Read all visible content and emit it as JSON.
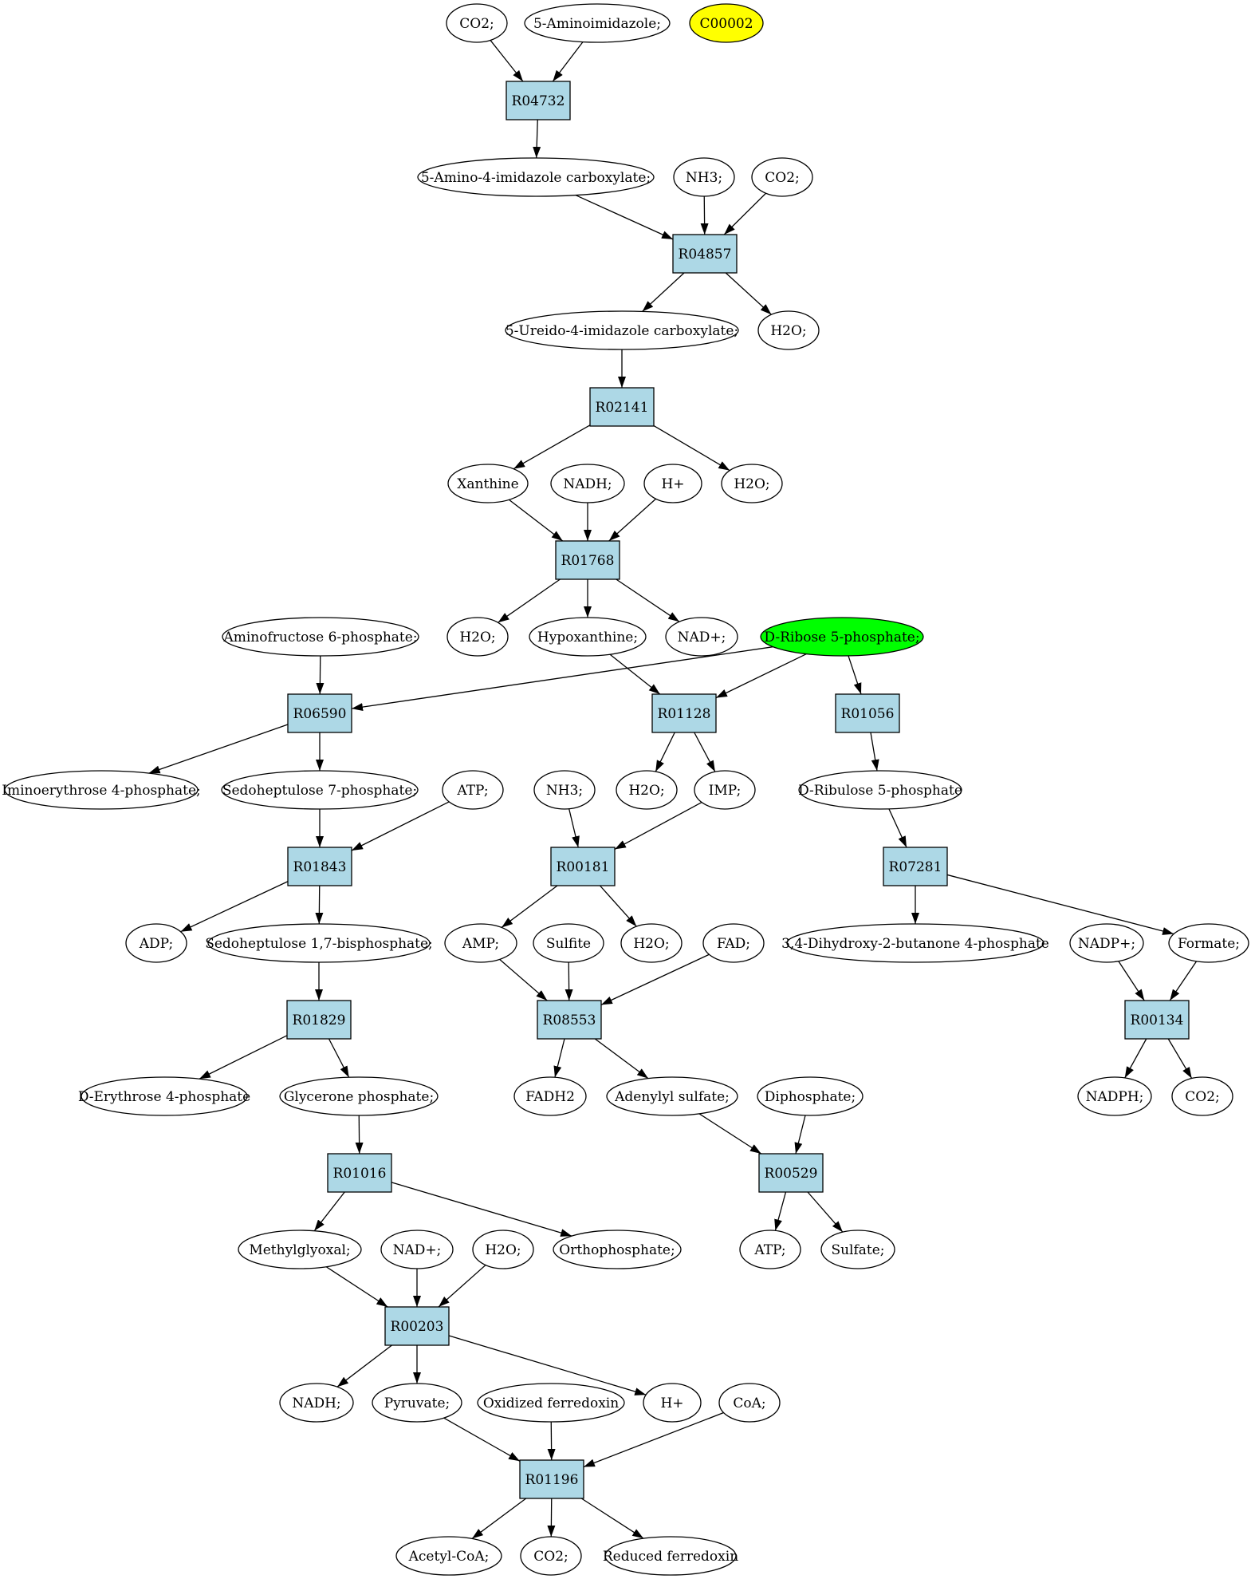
{
  "colors": {
    "reaction_fill": "#add8e6",
    "compound_fill": "#ffffff",
    "highlight_yellow": "#ffff00",
    "highlight_green": "#00ff00",
    "stroke": "#000000"
  },
  "compounds": [
    {
      "id": "c_co2_a",
      "label": "CO2;"
    },
    {
      "id": "c_aminoimidazole",
      "label": "5-Aminoimidazole;"
    },
    {
      "id": "c_c00002",
      "label": "C00002",
      "fill": "#ffff00"
    },
    {
      "id": "c_amino_carbox",
      "label": "5-Amino-4-imidazole carboxylate;"
    },
    {
      "id": "c_nh3_a",
      "label": "NH3;"
    },
    {
      "id": "c_co2_b",
      "label": "CO2;"
    },
    {
      "id": "c_ureido",
      "label": "5-Ureido-4-imidazole carboxylate;"
    },
    {
      "id": "c_h2o_a",
      "label": "H2O;"
    },
    {
      "id": "c_xanthine",
      "label": "Xanthine"
    },
    {
      "id": "c_nadh_a",
      "label": "NADH;"
    },
    {
      "id": "c_hplus_a",
      "label": "H+"
    },
    {
      "id": "c_h2o_b",
      "label": "H2O;"
    },
    {
      "id": "c_h2o_c",
      "label": "H2O;"
    },
    {
      "id": "c_hypoxanthine",
      "label": "Hypoxanthine;"
    },
    {
      "id": "c_nadplus_a",
      "label": "NAD+;"
    },
    {
      "id": "c_aminofructose",
      "label": "Aminofructose 6-phosphate;"
    },
    {
      "id": "c_ribose5p",
      "label": "D-Ribose 5-phosphate;",
      "fill": "#00ff00"
    },
    {
      "id": "c_iminoerythrose",
      "label": "Iminoerythrose 4-phosphate;"
    },
    {
      "id": "c_sedo7p",
      "label": "Sedoheptulose 7-phosphate;"
    },
    {
      "id": "c_atp_a",
      "label": "ATP;"
    },
    {
      "id": "c_nh3_b",
      "label": "NH3;"
    },
    {
      "id": "c_h2o_d",
      "label": "H2O;"
    },
    {
      "id": "c_imp",
      "label": "IMP;"
    },
    {
      "id": "c_ribulose5p",
      "label": "D-Ribulose 5-phosphate"
    },
    {
      "id": "c_adp",
      "label": "ADP;"
    },
    {
      "id": "c_sedo17bp",
      "label": "Sedoheptulose 1,7-bisphosphate;"
    },
    {
      "id": "c_amp",
      "label": "AMP;"
    },
    {
      "id": "c_sulfite",
      "label": "Sulfite"
    },
    {
      "id": "c_h2o_e",
      "label": "H2O;"
    },
    {
      "id": "c_fad",
      "label": "FAD;"
    },
    {
      "id": "c_dihydroxybutanone",
      "label": "3,4-Dihydroxy-2-butanone 4-phosphate"
    },
    {
      "id": "c_nadpplus",
      "label": "NADP+;"
    },
    {
      "id": "c_formate",
      "label": "Formate;"
    },
    {
      "id": "c_erythrose4p",
      "label": "D-Erythrose 4-phosphate"
    },
    {
      "id": "c_glycerone",
      "label": "Glycerone phosphate;"
    },
    {
      "id": "c_fadh2",
      "label": "FADH2"
    },
    {
      "id": "c_adenylylsulfate",
      "label": "Adenylyl sulfate;"
    },
    {
      "id": "c_diphosphate",
      "label": "Diphosphate;"
    },
    {
      "id": "c_nadph",
      "label": "NADPH;"
    },
    {
      "id": "c_co2_c",
      "label": "CO2;"
    },
    {
      "id": "c_methylglyoxal",
      "label": "Methylglyoxal;"
    },
    {
      "id": "c_nadplus_b",
      "label": "NAD+;"
    },
    {
      "id": "c_h2o_f",
      "label": "H2O;"
    },
    {
      "id": "c_orthophosphate",
      "label": "Orthophosphate;"
    },
    {
      "id": "c_atp_b",
      "label": "ATP;"
    },
    {
      "id": "c_sulfate",
      "label": "Sulfate;"
    },
    {
      "id": "c_nadh_b",
      "label": "NADH;"
    },
    {
      "id": "c_pyruvate",
      "label": "Pyruvate;"
    },
    {
      "id": "c_oxferredoxin",
      "label": "Oxidized ferredoxin"
    },
    {
      "id": "c_hplus_b",
      "label": "H+"
    },
    {
      "id": "c_coa",
      "label": "CoA;"
    },
    {
      "id": "c_acetylcoa",
      "label": "Acetyl-CoA;"
    },
    {
      "id": "c_co2_d",
      "label": "CO2;"
    },
    {
      "id": "c_redferredoxin",
      "label": "Reduced ferredoxin"
    }
  ],
  "reactions": [
    {
      "id": "r04732",
      "label": "R04732"
    },
    {
      "id": "r04857",
      "label": "R04857"
    },
    {
      "id": "r02141",
      "label": "R02141"
    },
    {
      "id": "r01768",
      "label": "R01768"
    },
    {
      "id": "r06590",
      "label": "R06590"
    },
    {
      "id": "r01128",
      "label": "R01128"
    },
    {
      "id": "r01056",
      "label": "R01056"
    },
    {
      "id": "r01843",
      "label": "R01843"
    },
    {
      "id": "r00181",
      "label": "R00181"
    },
    {
      "id": "r07281",
      "label": "R07281"
    },
    {
      "id": "r01829",
      "label": "R01829"
    },
    {
      "id": "r08553",
      "label": "R08553"
    },
    {
      "id": "r00134",
      "label": "R00134"
    },
    {
      "id": "r01016",
      "label": "R01016"
    },
    {
      "id": "r00529",
      "label": "R00529"
    },
    {
      "id": "r00203",
      "label": "R00203"
    },
    {
      "id": "r01196",
      "label": "R01196"
    }
  ],
  "edges": [
    [
      "c_co2_a",
      "r04732"
    ],
    [
      "c_aminoimidazole",
      "r04732"
    ],
    [
      "r04732",
      "c_amino_carbox"
    ],
    [
      "c_amino_carbox",
      "r04857"
    ],
    [
      "c_nh3_a",
      "r04857"
    ],
    [
      "c_co2_b",
      "r04857"
    ],
    [
      "r04857",
      "c_ureido"
    ],
    [
      "r04857",
      "c_h2o_a"
    ],
    [
      "c_ureido",
      "r02141"
    ],
    [
      "r02141",
      "c_xanthine"
    ],
    [
      "r02141",
      "c_h2o_b"
    ],
    [
      "c_xanthine",
      "r01768"
    ],
    [
      "c_nadh_a",
      "r01768"
    ],
    [
      "c_hplus_a",
      "r01768"
    ],
    [
      "r01768",
      "c_h2o_c"
    ],
    [
      "r01768",
      "c_hypoxanthine"
    ],
    [
      "r01768",
      "c_nadplus_a"
    ],
    [
      "c_aminofructose",
      "r06590"
    ],
    [
      "c_ribose5p",
      "r06590"
    ],
    [
      "c_hypoxanthine",
      "r01128"
    ],
    [
      "c_ribose5p",
      "r01128"
    ],
    [
      "c_ribose5p",
      "r01056"
    ],
    [
      "r06590",
      "c_iminoerythrose"
    ],
    [
      "r06590",
      "c_sedo7p"
    ],
    [
      "r01128",
      "c_h2o_d"
    ],
    [
      "r01128",
      "c_imp"
    ],
    [
      "r01056",
      "c_ribulose5p"
    ],
    [
      "c_sedo7p",
      "r01843"
    ],
    [
      "c_atp_a",
      "r01843"
    ],
    [
      "r01843",
      "c_adp"
    ],
    [
      "r01843",
      "c_sedo17bp"
    ],
    [
      "c_nh3_b",
      "r00181"
    ],
    [
      "c_imp",
      "r00181"
    ],
    [
      "r00181",
      "c_amp"
    ],
    [
      "r00181",
      "c_h2o_e"
    ],
    [
      "c_ribulose5p",
      "r07281"
    ],
    [
      "r07281",
      "c_dihydroxybutanone"
    ],
    [
      "r07281",
      "c_formate"
    ],
    [
      "c_sedo17bp",
      "r01829"
    ],
    [
      "r01829",
      "c_erythrose4p"
    ],
    [
      "r01829",
      "c_glycerone"
    ],
    [
      "c_amp",
      "r08553"
    ],
    [
      "c_sulfite",
      "r08553"
    ],
    [
      "c_fad",
      "r08553"
    ],
    [
      "r08553",
      "c_fadh2"
    ],
    [
      "r08553",
      "c_adenylylsulfate"
    ],
    [
      "c_nadpplus",
      "r00134"
    ],
    [
      "c_formate",
      "r00134"
    ],
    [
      "r00134",
      "c_nadph"
    ],
    [
      "r00134",
      "c_co2_c"
    ],
    [
      "c_glycerone",
      "r01016"
    ],
    [
      "r01016",
      "c_methylglyoxal"
    ],
    [
      "r01016",
      "c_orthophosphate"
    ],
    [
      "c_adenylylsulfate",
      "r00529"
    ],
    [
      "c_diphosphate",
      "r00529"
    ],
    [
      "r00529",
      "c_atp_b"
    ],
    [
      "r00529",
      "c_sulfate"
    ],
    [
      "c_methylglyoxal",
      "r00203"
    ],
    [
      "c_nadplus_b",
      "r00203"
    ],
    [
      "c_h2o_f",
      "r00203"
    ],
    [
      "r00203",
      "c_nadh_b"
    ],
    [
      "r00203",
      "c_pyruvate"
    ],
    [
      "r00203",
      "c_hplus_b"
    ],
    [
      "c_pyruvate",
      "r01196"
    ],
    [
      "c_oxferredoxin",
      "r01196"
    ],
    [
      "c_coa",
      "r01196"
    ],
    [
      "r01196",
      "c_acetylcoa"
    ],
    [
      "r01196",
      "c_co2_d"
    ],
    [
      "r01196",
      "c_redferredoxin"
    ]
  ]
}
